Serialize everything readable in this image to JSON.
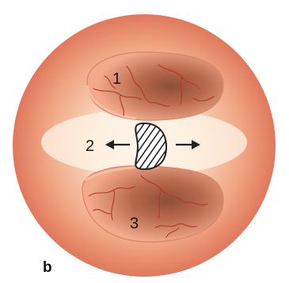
{
  "figure": {
    "labels": {
      "one": "1",
      "two": "2",
      "three": "3",
      "panel": "b"
    },
    "colors": {
      "background": "#ffffff",
      "disc_outer": "#e0785c",
      "disc_inner": "#fbe0c8",
      "center_glow": "#fff8ee",
      "tissue_light": "#f2a98c",
      "tissue_dark": "#8e4e38",
      "vessel": "#b23a24",
      "cut_outline": "#222222"
    },
    "icons": {
      "graft": "hatched-graft-icon",
      "arrow_left": "arrow-left-icon",
      "arrow_right": "arrow-right-icon"
    }
  }
}
